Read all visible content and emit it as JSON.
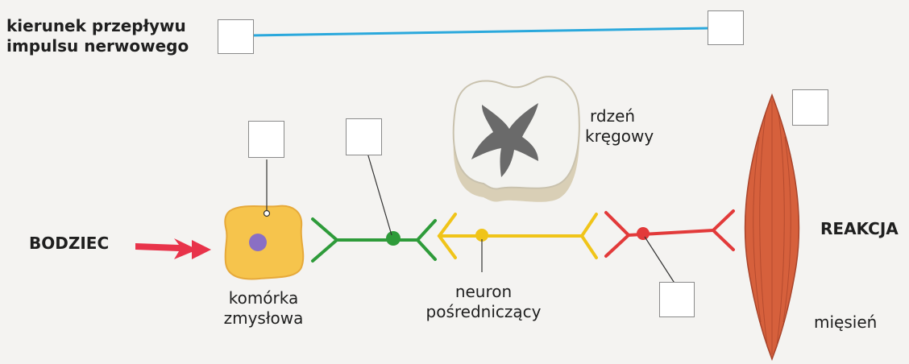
{
  "legend": {
    "line1": "kierunek przepływu",
    "line2": "impulsu nerwowego",
    "line_color": "#2aa8dc"
  },
  "labels": {
    "stimulus": "BODZIEC",
    "reaction": "REAKCJA",
    "receptor_line1": "komórka",
    "receptor_line2": "zmysłowa",
    "interneuron_line1": "neuron",
    "interneuron_line2": "pośredniczący",
    "spinal_cord_line1": "rdzeń",
    "spinal_cord_line2": "kręgowy",
    "muscle": "mięsień"
  },
  "colors": {
    "sensory_neuron": "#2e9b3a",
    "interneuron": "#f0c419",
    "motor_neuron": "#e23a3a",
    "receptor_cell": "#f6c44c",
    "nucleus": "#8a6fc4",
    "stimulus_arrow": "#e8334a",
    "muscle": "#d6603c"
  },
  "answer_boxes": [
    {
      "id": "legend-left",
      "value": ""
    },
    {
      "id": "legend-right",
      "value": ""
    },
    {
      "id": "receptor",
      "value": ""
    },
    {
      "id": "sensory-neuron",
      "value": ""
    },
    {
      "id": "interneuron",
      "value": ""
    },
    {
      "id": "motor-neuron",
      "value": ""
    },
    {
      "id": "muscle",
      "value": ""
    }
  ]
}
